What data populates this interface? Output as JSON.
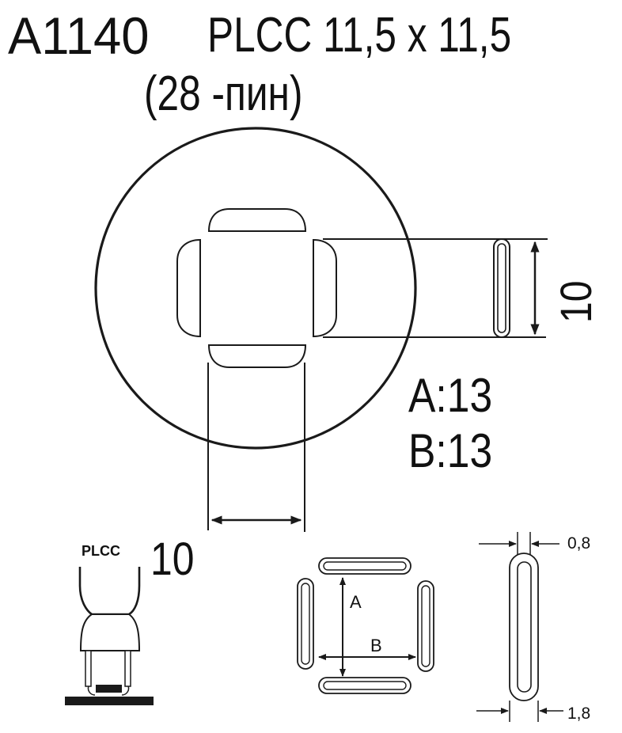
{
  "header": {
    "model": "A1140",
    "package": "PLCC 11,5 x 11,5",
    "pins": "(28 -пин)"
  },
  "nozzle_top_view": {
    "outline": "circle",
    "slots": 4,
    "height_dimension": "10",
    "width_dimension": "10"
  },
  "dimensions": {
    "a_label": "A:13",
    "b_label": "B:13"
  },
  "side_view": {
    "tool_label": "PLCC"
  },
  "slot_layout": {
    "a_marker": "A",
    "b_marker": "B"
  },
  "slot_detail": {
    "inner_width": "0,8",
    "outer_width": "1,8"
  },
  "colors": {
    "line": "#1a1a1a",
    "background": "#ffffff"
  }
}
